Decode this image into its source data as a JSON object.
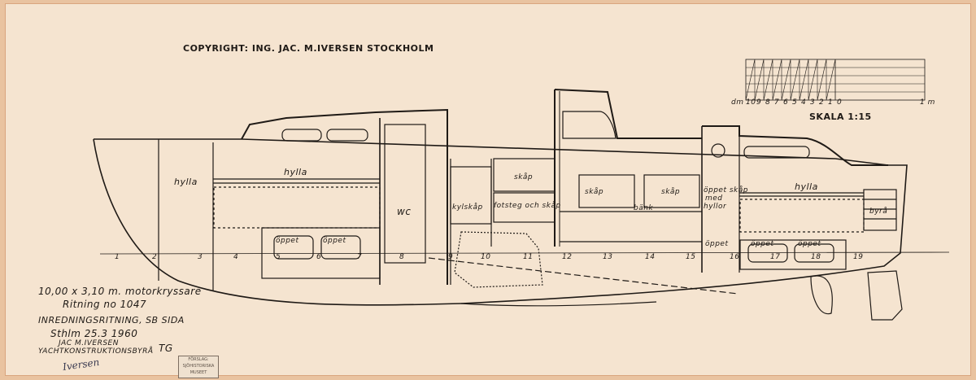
{
  "copyright": "COPYRIGHT: ING. JAC. M.IVERSEN STOCKHOLM",
  "scale": {
    "units_label": "dm",
    "numbers": [
      "10",
      "9",
      "8",
      "7",
      "6",
      "5",
      "4",
      "3",
      "2",
      "1",
      "0"
    ],
    "end_label": "1 m",
    "title": "SKALA 1:15"
  },
  "title_block": {
    "line1": "10,00 x 3,10 m. motorkryssare",
    "line2": "Ritning no 1047",
    "line3": "INREDNINGSRITNING, SB SIDA",
    "line4": "Sthlm 25.3 1960",
    "line5": "JAC M.IVERSEN",
    "line6": "YACHTKONSTRUKTIONSBYRÅ",
    "initials": "TG",
    "signature": "Iversen"
  },
  "labels": {
    "hylla_fore": "hylla",
    "hylla_main": "hylla",
    "wc": "wc",
    "kylskap": "kylskåp",
    "skap_galley": "skåp",
    "fotsteg": "fotsteg och skåp",
    "skap_center_1": "skåp",
    "skap_center_2": "skåp",
    "bank": "bänk",
    "oppet_skap": "öppet skåp",
    "med": "med",
    "hyllor": "hyllor",
    "hylla_aft": "hylla",
    "byra": "byrå",
    "oppet_1": "öppet",
    "oppet_2": "öppet",
    "oppet_3": "öppet",
    "oppet_4": "öppet",
    "oppet_5": "öppet"
  },
  "frame_numbers": [
    "1",
    "2",
    "3",
    "4",
    "5",
    "6",
    "7",
    "8",
    "9",
    "10",
    "11",
    "12",
    "13",
    "14",
    "15",
    "16",
    "17",
    "18",
    "19"
  ],
  "stamp_text": "FÖRSLAG: SJÖHISTORISKA MUSEET"
}
